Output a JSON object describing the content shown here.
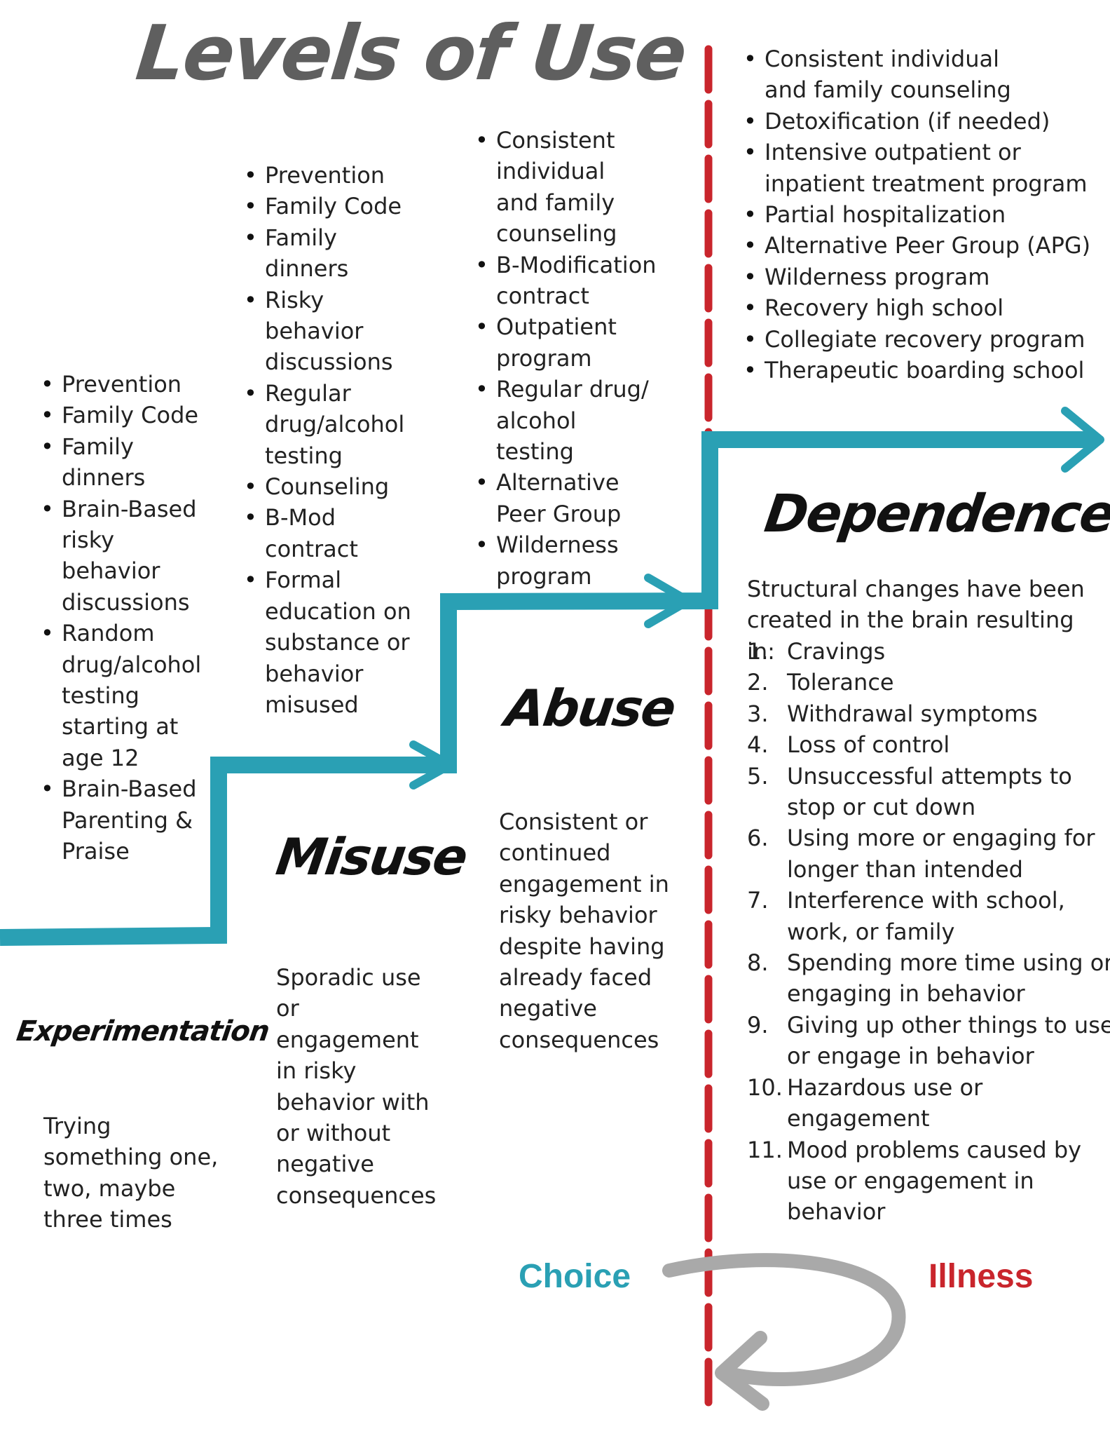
{
  "title": "Levels of Use",
  "stages": {
    "experimentation": {
      "name": "Experimentation",
      "description": "Trying something one, two, maybe three times",
      "interventions": [
        "Prevention",
        "Family Code",
        "Family dinners",
        "Brain-Based risky behavior discussions",
        "Random drug/alcohol testing starting at age 12",
        "Brain-Based Parenting & Praise"
      ]
    },
    "misuse": {
      "name": "Misuse",
      "description": "Sporadic use or engagement in risky behavior with or without negative consequences",
      "interventions": [
        "Prevention",
        "Family Code",
        "Family dinners",
        "Risky behavior discussions",
        "Regular drug/alcohol testing",
        "Counseling",
        "B-Mod contract",
        "Formal education on substance or behavior misused"
      ]
    },
    "abuse": {
      "name": "Abuse",
      "description": "Consistent or continued engagement in risky behavior despite having already faced negative consequences",
      "interventions": [
        "Consistent individual and family counseling",
        "B-Modification contract",
        "Outpatient program",
        "Regular drug/ alcohol testing",
        "Alternative Peer Group",
        "Wilderness program"
      ]
    },
    "dependence": {
      "name": "Dependence",
      "description": "Structural changes have been created in the brain resulting in:",
      "interventions": [
        "Consistent individual and family counseling",
        "Detoxification (if needed)",
        "Intensive outpatient or inpatient treatment program",
        "Partial hospitalization",
        "Alternative Peer Group (APG)",
        "Wilderness program",
        "Recovery high school",
        "Collegiate recovery program",
        "Therapeutic boarding school"
      ],
      "symptoms": [
        {
          "num": "1.",
          "text": "Cravings"
        },
        {
          "num": "2.",
          "text": "Tolerance"
        },
        {
          "num": "3.",
          "text": "Withdrawal symptoms"
        },
        {
          "num": "4.",
          "text": "Loss of control"
        },
        {
          "num": "5.",
          "text": "Unsuccessful attempts to stop or cut down"
        },
        {
          "num": "6.",
          "text": "Using more or engaging for longer than intended"
        },
        {
          "num": "7.",
          "text": "Interference with school, work, or family"
        },
        {
          "num": "8.",
          "text": "Spending more time using or engaging in behavior"
        },
        {
          "num": "9.",
          "text": "Giving up other things to use or engage in behavior"
        },
        {
          "num": "10.",
          "text": "Hazardous use or engagement"
        },
        {
          "num": "11.",
          "text": "Mood problems caused by use or engagement in behavior"
        }
      ]
    }
  },
  "divider": {
    "left_label": "Choice",
    "right_label": "Illness"
  },
  "colors": {
    "staircase": "#2aa0b4",
    "divider": "#c9252c",
    "return_arrow": "#a9a9a9",
    "title": "#5f5f5f"
  }
}
